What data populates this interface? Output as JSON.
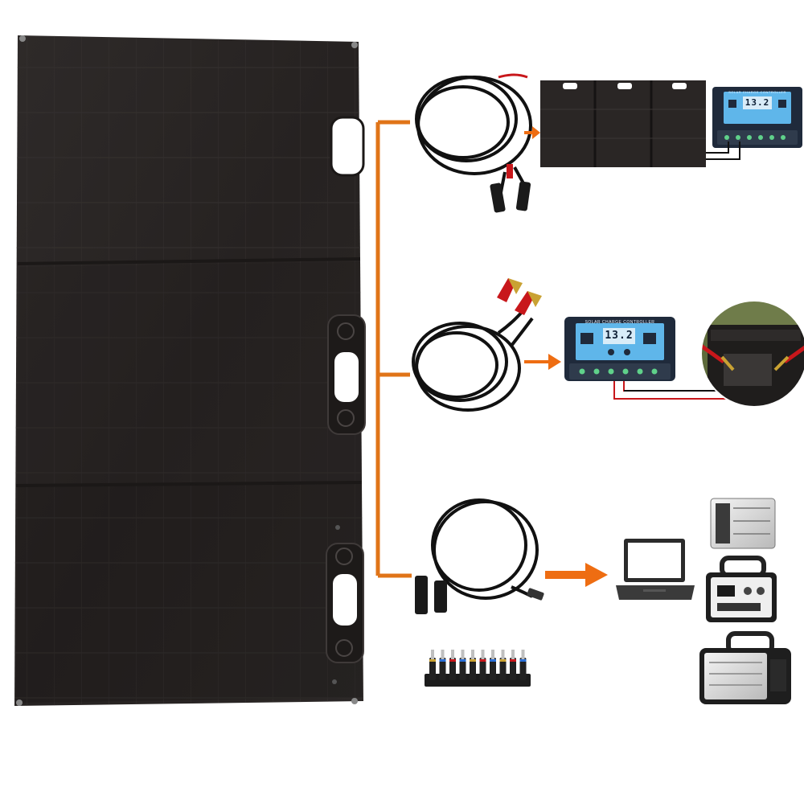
{
  "scene": {
    "background_color": "#ffffff",
    "panel_color": "#2a2625",
    "wire_color": "#e07418",
    "arrow_color": "#ee6d12",
    "controller_color": "#1f2a3b",
    "controller_screen_color": "#5fb6ea",
    "red_wire_color": "#c8171b"
  },
  "controllers": {
    "top": {
      "label": "SOLAR CHARGE CONTROLLER",
      "lcd": "13.2"
    },
    "middle": {
      "label": "SOLAR CHARGE CONTROLLER",
      "lcd": "13.2"
    }
  },
  "rows": [
    {
      "cable": "mc4-extension-cable",
      "target": "charge-controller"
    },
    {
      "cable": "alligator-clip-cable",
      "target": "battery"
    },
    {
      "cable": "dc-output-cable",
      "target": "laptop-and-power-stations"
    }
  ],
  "adapter_tips_count": 10
}
